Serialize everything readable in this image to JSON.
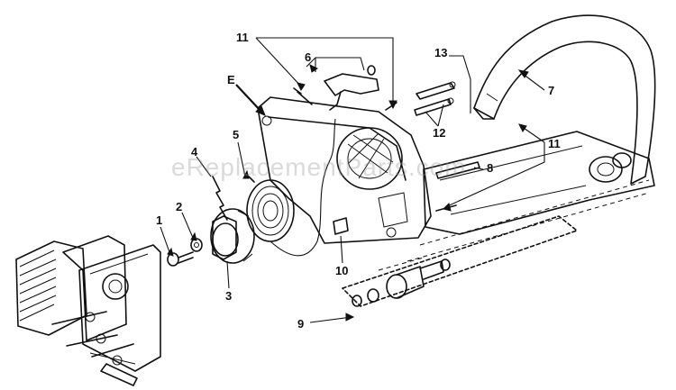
{
  "watermark": "eReplacementParts.com",
  "labels": {
    "p1": "1",
    "p2": "2",
    "p3": "3",
    "p4": "4",
    "p5": "5",
    "p6": "6",
    "p7": "7",
    "p8": "8",
    "p9": "9",
    "p10": "10",
    "p11a": "11",
    "p11b": "11",
    "p12": "12",
    "p13": "13",
    "pE": "E"
  }
}
